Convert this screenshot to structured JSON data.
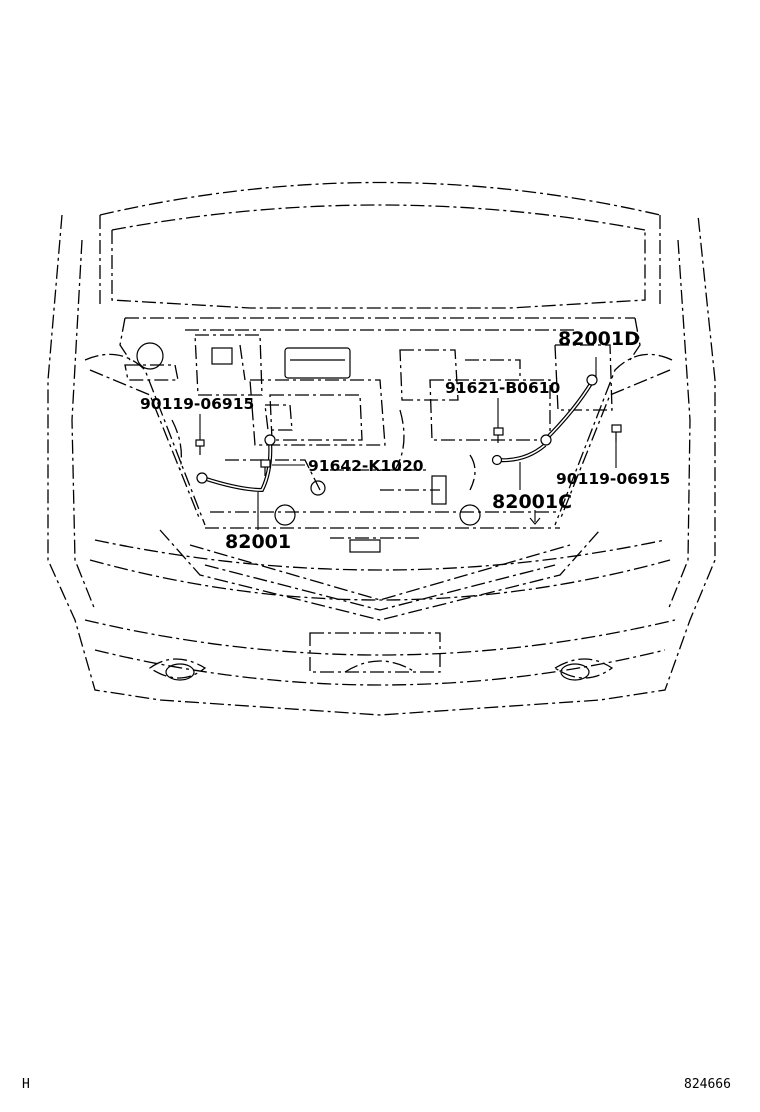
{
  "labels": {
    "part_82001D": "82001D",
    "part_91621_B0610": "91621-B0610",
    "part_90119_06915_left": "90119-06915",
    "part_91642_K1020": "91642-K1020",
    "part_90119_06915_right": "90119-06915",
    "part_82001C": "82001C",
    "part_82001": "82001"
  },
  "corner": {
    "left_code": "H",
    "right_code": "824666"
  }
}
